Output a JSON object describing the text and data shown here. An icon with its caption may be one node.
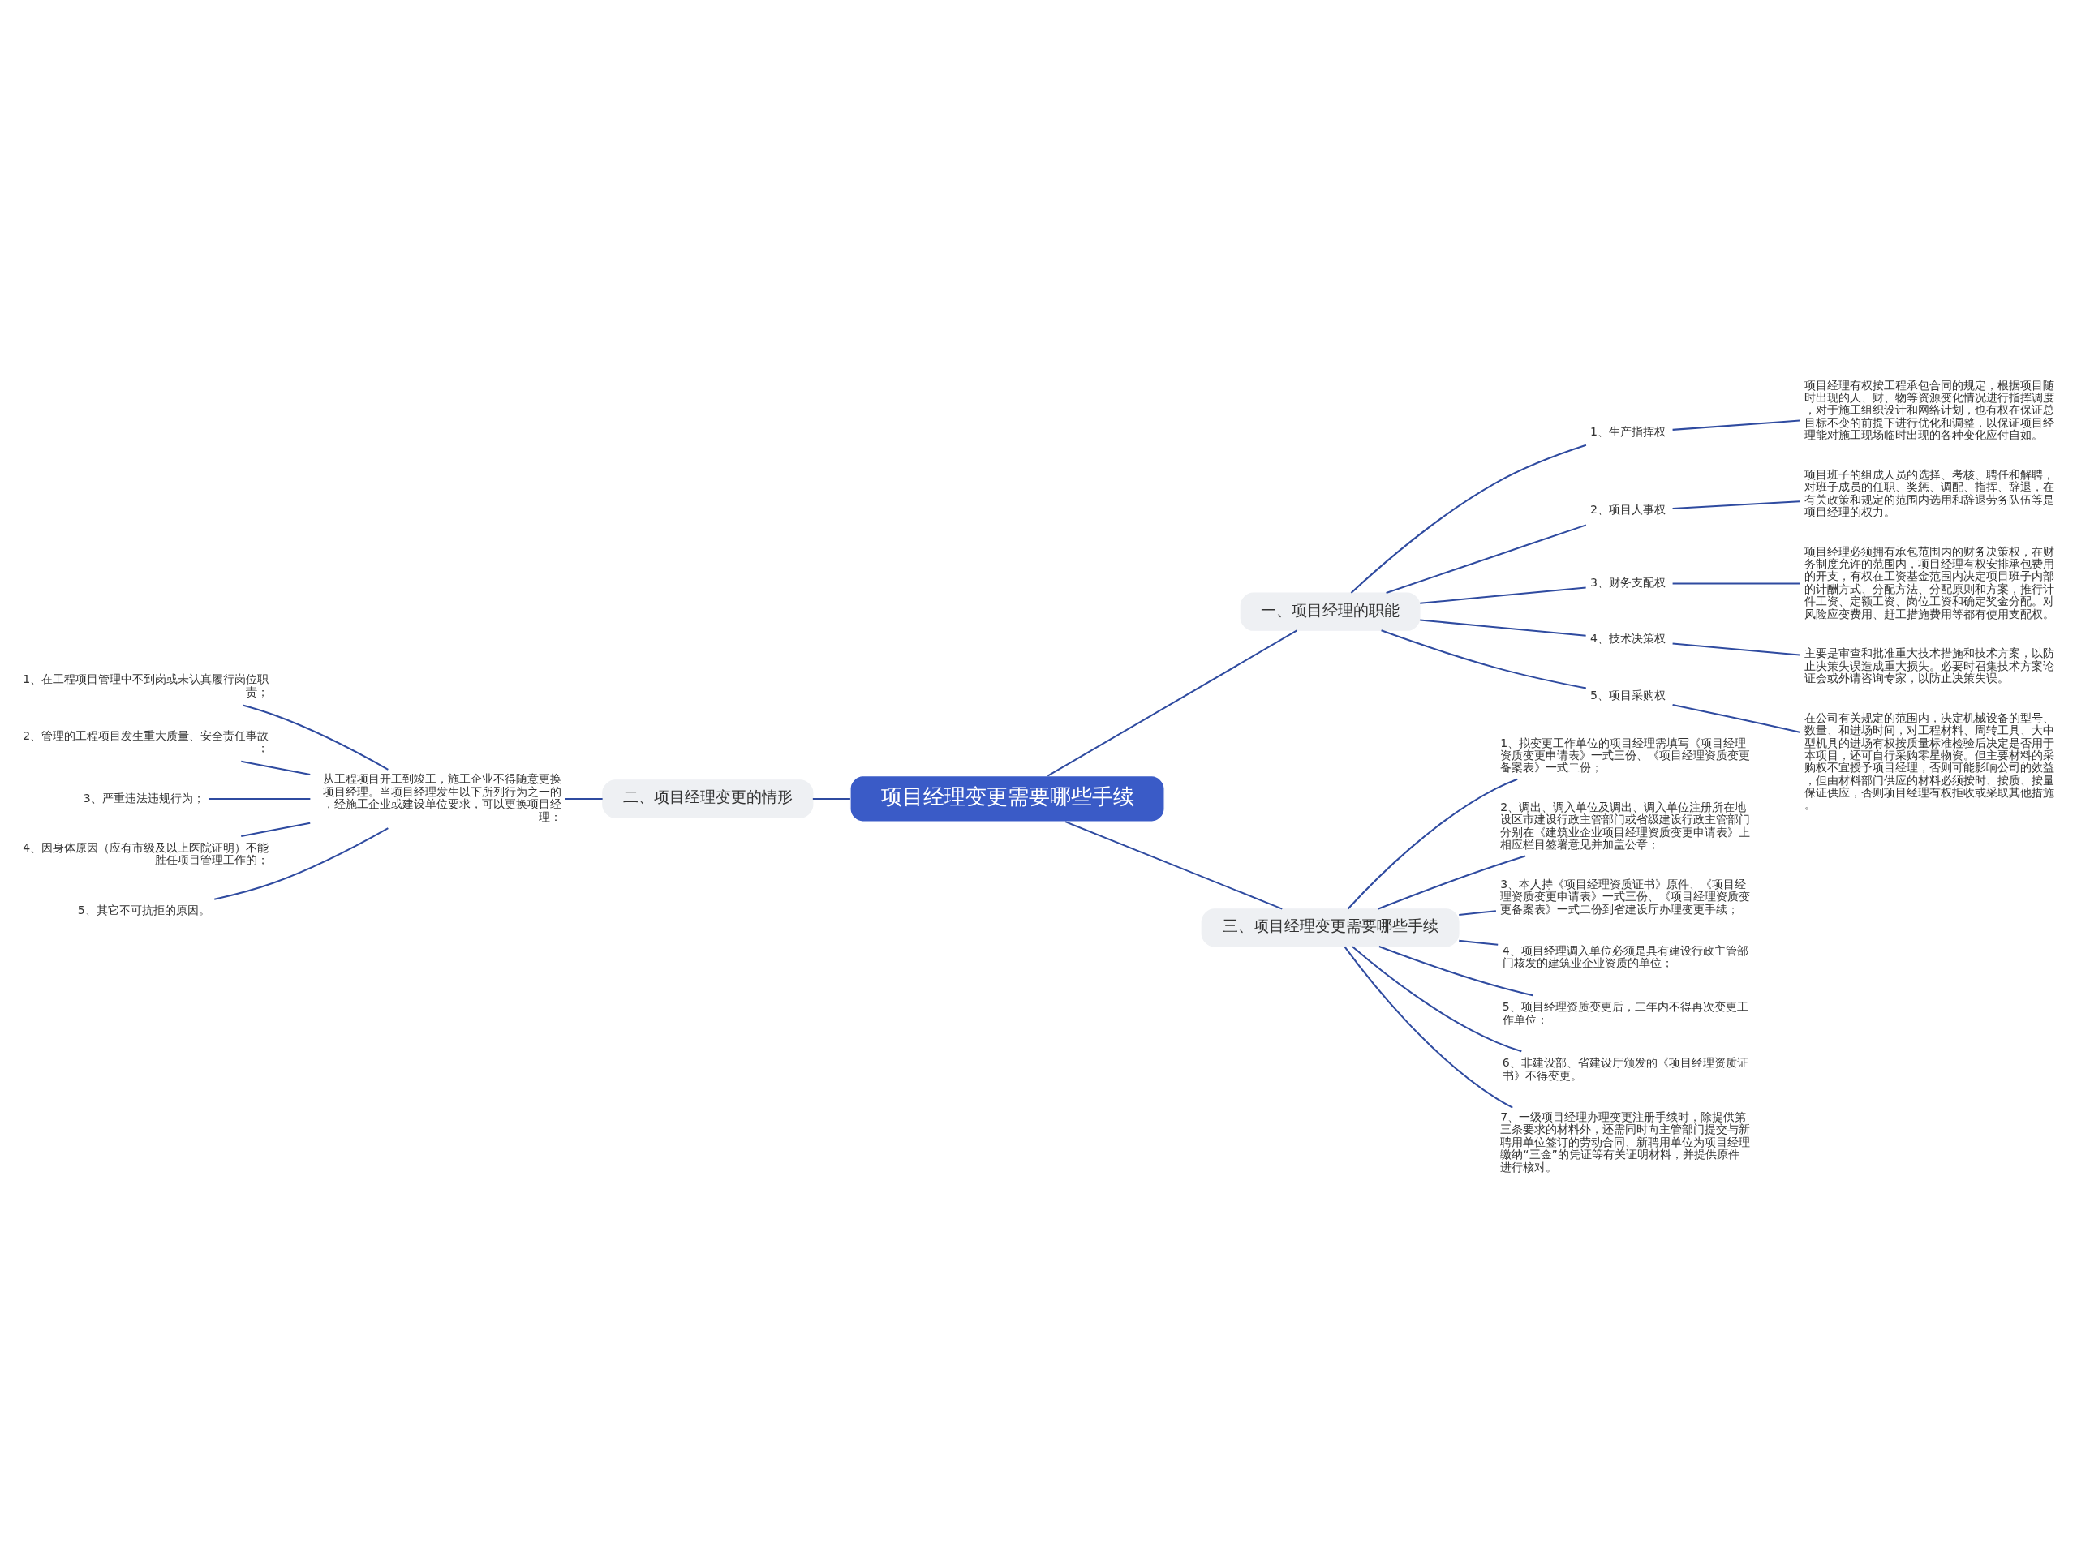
{
  "diagram": {
    "nodes": [
      {
        "text": [
          "项目经理变更需要哪些手续"
        ]
      },
      {
        "text": [
          "一、项目经理的职能"
        ]
      },
      {
        "text": [
          "1、生产指挥权"
        ]
      },
      {
        "text": [
          "项目经理有权按工程承包合同的规定，根据项目随时出现的人、财、物等资源变化情况进行指挥调度，对于施工组织设计和网络计划，也有权在保证总目标不变的前提下进行优化和调整，以保证项目经理能对施工现场临时出现的各种变化应付自如。"
        ]
      },
      {
        "text": [
          "2、项目人事权"
        ]
      },
      {
        "text": [
          "项目班子的组成人员的选择、考核、聘任和解聘，对班子成员的任职、奖惩、调配、指挥、辞退，在有关政策和规定的范围内选用和辞退劳务队伍等是项目经理的权力。"
        ]
      },
      {
        "text": [
          "3、财务支配权"
        ]
      },
      {
        "text": [
          "项目经理必须拥有承包范围内的财务决策权，在财务制度允许的范围内，项目经理有权安排承包费用的开支，有权在工资基金范围内决定项目班子内部的计酬方式、分配方法、分配原则和方案，推行计件工资、定额工资、岗位工资和确定奖金分配。对风险应变费用、赶工措施费用等都有使用支配权。"
        ]
      },
      {
        "text": [
          "4、技术决策权"
        ]
      },
      {
        "text": [
          "主要是审查和批准重大技术措施和技术方案，以防止决策失误造成重大损失。必要时召集技术方案论证会或外请咨询专家，以防止决策失误。"
        ]
      },
      {
        "text": [
          "5、项目采购权"
        ]
      },
      {
        "text": [
          "在公司有关规定的范围内，决定机械设备的型号、数量、和进场时间，对工程材料、周转工具、大中型机具的进场有权按质量标准检验后决定是否用于本项目，还可自行采购零星物资。但主要材料的采购权不宜授予项目经理，否则可能影响公司的效益，但由材料部门供应的材料必须按时、按质、按量保证供应，否则项目经理有权拒收或采取其他措施。"
        ]
      },
      {
        "text": [
          "二、项目经理变更的情形"
        ]
      },
      {
        "text": [
          "从工程项目开工到竣工，施工企业不得随意更换项目经理。当项目经理发生以下所列行为之一的，经施工企业或建设单位要求，可以更换项目经理："
        ]
      },
      {
        "text": [
          "1、在工程项目管理中不到岗或未认真履行岗位职责；"
        ]
      },
      {
        "text": [
          "2、管理的工程项目发生重大质量、安全责任事故；"
        ]
      },
      {
        "text": [
          "3、严重违法违规行为；"
        ]
      },
      {
        "text": [
          "4、因身体原因（应有市级及以上医院证明）不能胜任项目管理工作的；"
        ]
      },
      {
        "text": [
          "5、其它不可抗拒的原因。"
        ]
      },
      {
        "text": [
          "三、项目经理变更需要哪些手续"
        ]
      },
      {
        "text": [
          "1、拟变更工作单位的项目经理需填写《项目经理资质变更申请表》一式三份、《项目经理资质变更备案表》一式二份；"
        ]
      },
      {
        "text": [
          "2、调出、调入单位及调出、调入单位注册所在地设区市建设行政主管部门或省级建设行政主管部门分别在《建筑业企业项目经理资质变更申请表》上相应栏目签署意见并加盖公章；"
        ]
      },
      {
        "text": [
          "3、本人持《项目经理资质证书》原件、《项目经理资质变更申请表》一式三份、《项目经理资质变更备案表》一式二份到省建设厅办理变更手续；"
        ]
      },
      {
        "text": [
          "4、项目经理调入单位必须是具有建设行政主管部门核发的建筑业企业资质的单位；"
        ]
      },
      {
        "text": [
          "5、项目经理资质变更后，二年内不得再次变更工作单位；"
        ]
      },
      {
        "text": [
          "6、非建设部、省建设厅颁发的《项目经理资质证书》不得变更。"
        ]
      },
      {
        "text": [
          "7、一级项目经理办理变更注册手续时，除提供第三条要求的材料外，还需同时向主管部门提交与新聘用单位签订的劳动合同、新聘用单位为项目经理缴纳“三金”的凭证等有关证明材料，并提供原件进行核对。"
        ]
      }
    ],
    "edges": [
      {
        "from": 0,
        "to": 1,
        "arrow": "none"
      },
      {
        "from": 1,
        "to": 2,
        "arrow": "none"
      },
      {
        "from": 2,
        "to": 3,
        "arrow": "none"
      },
      {
        "from": 1,
        "to": 4,
        "arrow": "none"
      },
      {
        "from": 4,
        "to": 5,
        "arrow": "none"
      },
      {
        "from": 1,
        "to": 6,
        "arrow": "none"
      },
      {
        "from": 6,
        "to": 7,
        "arrow": "none"
      },
      {
        "from": 1,
        "to": 8,
        "arrow": "none"
      },
      {
        "from": 8,
        "to": 9,
        "arrow": "none"
      },
      {
        "from": 1,
        "to": 10,
        "arrow": "none"
      },
      {
        "from": 10,
        "to": 11,
        "arrow": "none"
      },
      {
        "from": 0,
        "to": 12,
        "arrow": "none"
      },
      {
        "from": 12,
        "to": 13,
        "arrow": "none"
      },
      {
        "from": 13,
        "to": 14,
        "arrow": "none"
      },
      {
        "from": 13,
        "to": 15,
        "arrow": "none"
      },
      {
        "from": 13,
        "to": 16,
        "arrow": "none"
      },
      {
        "from": 13,
        "to": 17,
        "arrow": "none"
      },
      {
        "from": 13,
        "to": 18,
        "arrow": "none"
      },
      {
        "from": 0,
        "to": 19,
        "arrow": "none"
      },
      {
        "from": 19,
        "to": 20,
        "arrow": "none"
      },
      {
        "from": 19,
        "to": 21,
        "arrow": "none"
      },
      {
        "from": 19,
        "to": 22,
        "arrow": "none"
      },
      {
        "from": 19,
        "to": 23,
        "arrow": "none"
      },
      {
        "from": 19,
        "to": 24,
        "arrow": "none"
      },
      {
        "from": 19,
        "to": 25,
        "arrow": "none"
      },
      {
        "from": 19,
        "to": 26,
        "arrow": "none"
      }
    ]
  }
}
